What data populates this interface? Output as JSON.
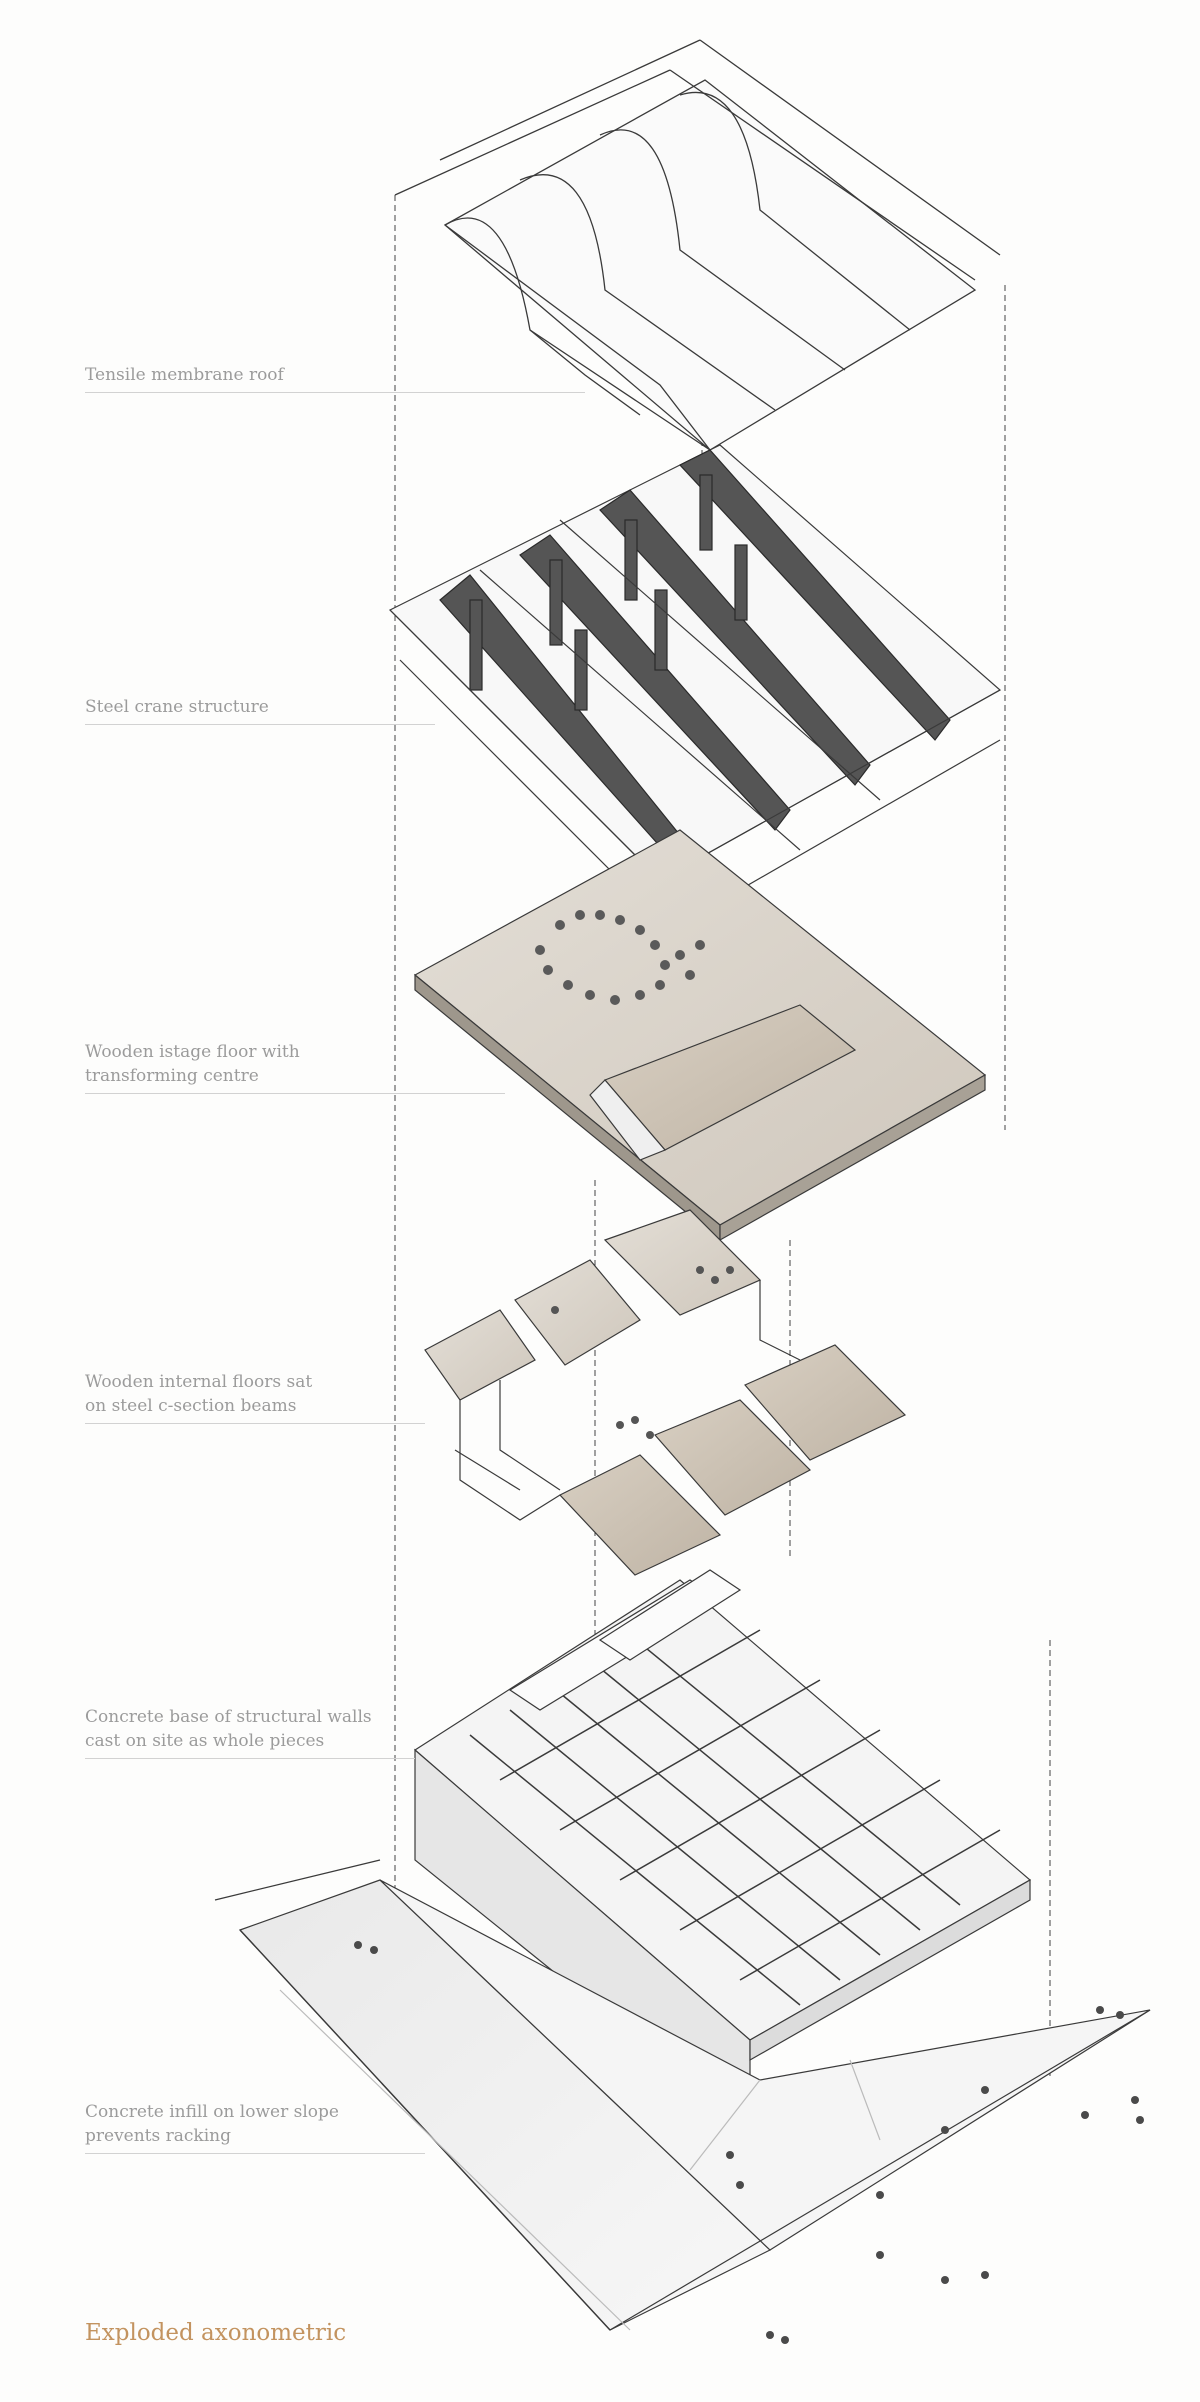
{
  "labels": {
    "roof": "Tensile membrane roof",
    "crane": "Steel crane structure",
    "stage_line1": "Wooden istage floor with",
    "stage_line2": "transforming centre",
    "internal_line1": "Wooden internal floors sat",
    "internal_line2": "on steel c-section beams",
    "base_line1": "Concrete base of structural walls",
    "base_line2": "cast on site as whole pieces",
    "infill_line1": "Concrete infill on lower slope",
    "infill_line2": "prevents racking"
  },
  "caption": "Exploded axonometric",
  "colors": {
    "label_text": "#9b9b9b",
    "caption_text": "#c3935f",
    "line_work": "#3a3a3a",
    "wood_floor": "#d9d3ca",
    "background": "#fdfdfc"
  }
}
